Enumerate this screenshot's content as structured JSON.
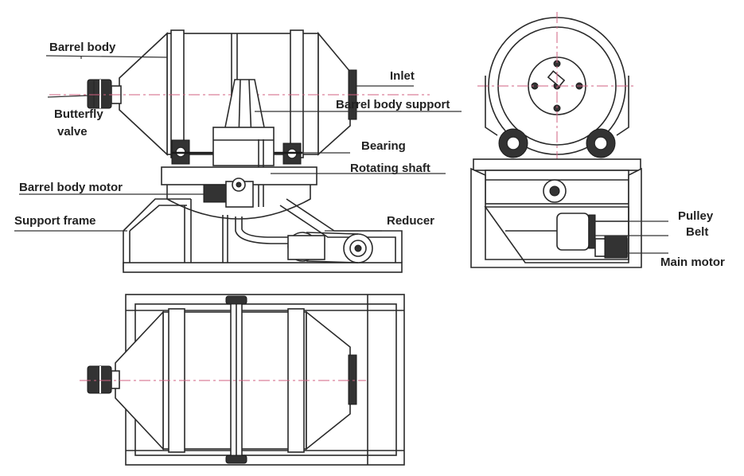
{
  "labels": {
    "barrel_body": "Barrel body",
    "butterfly_valve_line1": "Butterfly",
    "butterfly_valve_line2": "valve",
    "inlet": "Inlet",
    "barrel_body_support": "Barrel body support",
    "bearing": "Bearing",
    "rotating_shaft": "Rotating shaft",
    "barrel_body_motor": "Barrel body motor",
    "support_frame": "Support frame",
    "reducer": "Reducer",
    "pulley": "Pulley",
    "belt": "Belt",
    "main_motor": "Main motor"
  },
  "colors": {
    "line": "#2a2a2a",
    "centerline": "#d06080",
    "background": "#ffffff"
  }
}
